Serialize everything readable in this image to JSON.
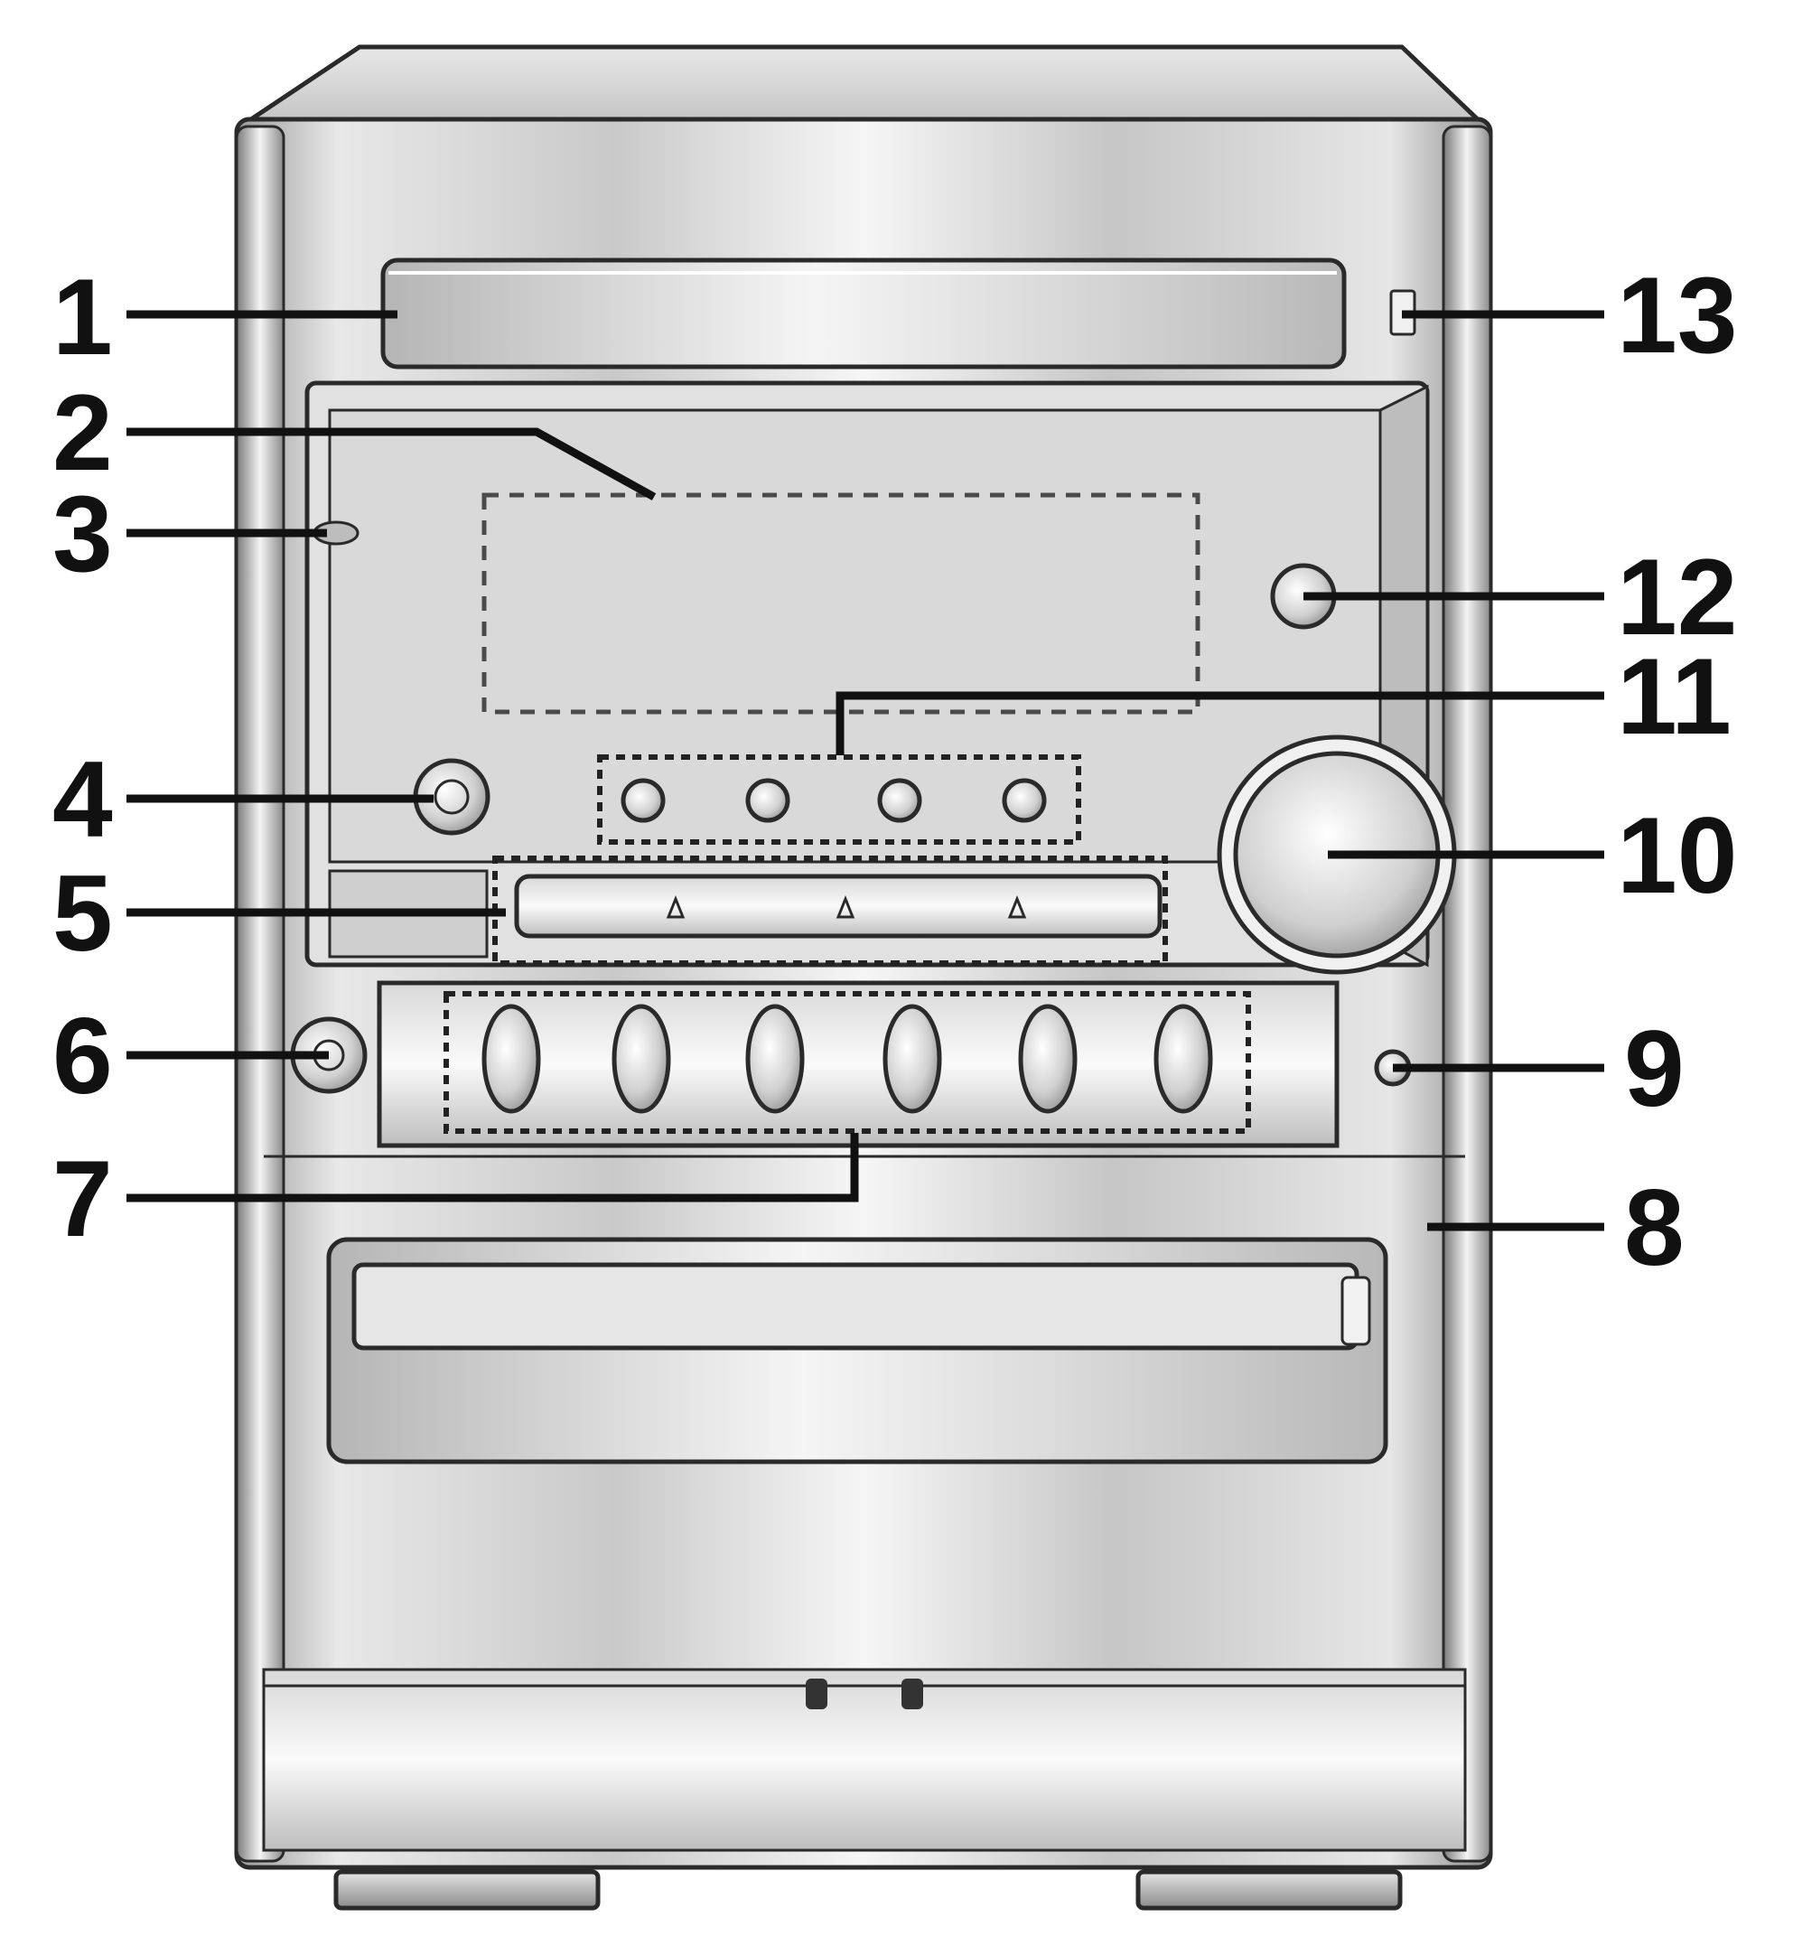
{
  "diagram": {
    "callouts": [
      {
        "id": "1",
        "label": "1"
      },
      {
        "id": "2",
        "label": "2"
      },
      {
        "id": "3",
        "label": "3"
      },
      {
        "id": "4",
        "label": "4"
      },
      {
        "id": "5",
        "label": "5"
      },
      {
        "id": "6",
        "label": "6"
      },
      {
        "id": "7",
        "label": "7"
      },
      {
        "id": "8",
        "label": "8"
      },
      {
        "id": "9",
        "label": "9"
      },
      {
        "id": "10",
        "label": "10"
      },
      {
        "id": "11",
        "label": "11"
      },
      {
        "id": "12",
        "label": "12"
      },
      {
        "id": "13",
        "label": "13"
      }
    ]
  },
  "colors": {
    "line": "#111111",
    "panel_light": "#f2f2f2",
    "panel_mid": "#cfcfcf",
    "panel_dark": "#8e8e8e"
  }
}
